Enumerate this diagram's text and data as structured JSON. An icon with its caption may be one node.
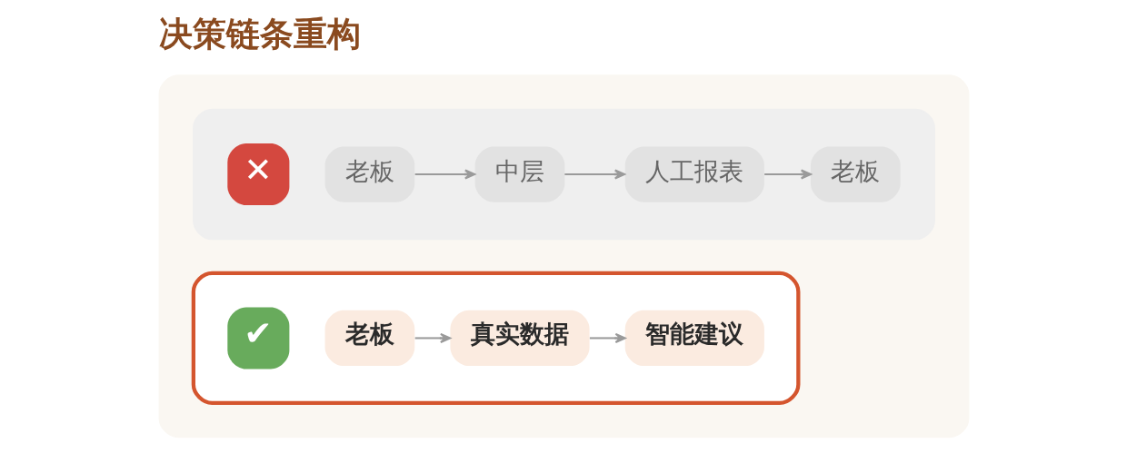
{
  "diagram": {
    "title": "决策链条重构",
    "nodes": [
      {
        "text": [],
        "shape": "box"
      },
      {
        "text": [],
        "shape": "box",
        "in": 0
      },
      {
        "text": [
          "✕"
        ],
        "in": 1
      },
      {
        "text": [
          "老板"
        ],
        "in": 1
      },
      {
        "text": [
          "中层"
        ],
        "in": 1
      },
      {
        "text": [
          "人工报表"
        ],
        "in": 1
      },
      {
        "text": [
          "老板"
        ],
        "in": 1
      },
      {
        "text": [],
        "shape": "box",
        "in": 0
      },
      {
        "text": [
          "✔"
        ],
        "in": 7
      },
      {
        "text": [
          "老板"
        ],
        "in": 7
      },
      {
        "text": [
          "真实数据"
        ],
        "in": 7
      },
      {
        "text": [
          "智能建议"
        ],
        "in": 7
      }
    ],
    "edges": [
      {
        "from": 3,
        "to": 4,
        "arrow": "to"
      },
      {
        "from": 4,
        "to": 5,
        "arrow": "to"
      },
      {
        "from": 5,
        "to": 6,
        "arrow": "to"
      },
      {
        "from": 9,
        "to": 10,
        "arrow": "to"
      },
      {
        "from": 10,
        "to": 11,
        "arrow": "to"
      }
    ]
  }
}
